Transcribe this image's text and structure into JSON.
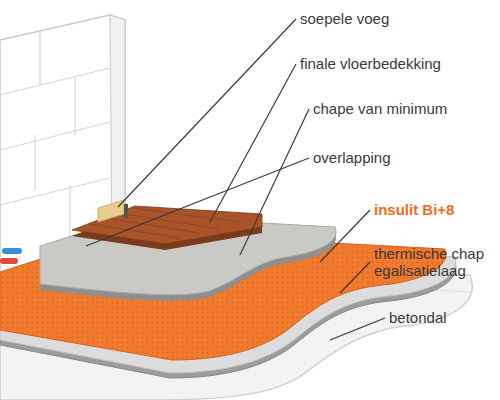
{
  "diagram": {
    "labels": [
      "soepele voeg",
      "finale vloerbedekking",
      "chape van minimum",
      "overlapping",
      "insulit Bi+8",
      "thermische chap",
      "egalisatielaag",
      "betondal"
    ]
  }
}
